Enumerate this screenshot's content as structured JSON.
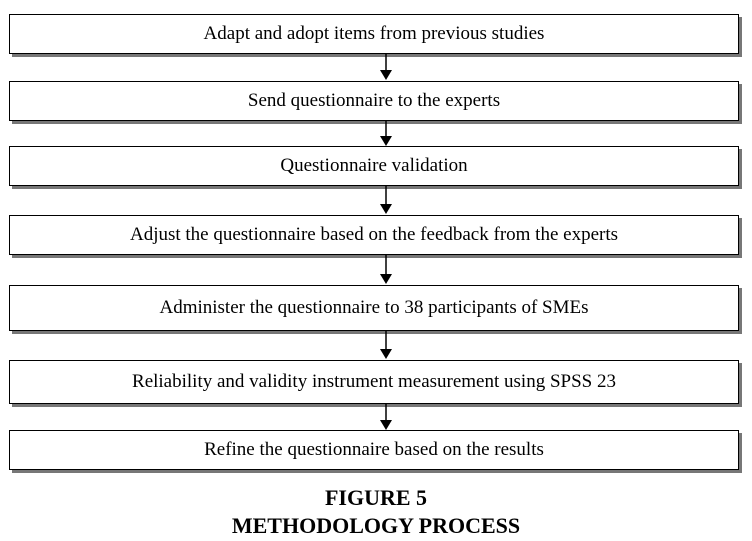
{
  "steps": [
    "Adapt and adopt items from previous studies",
    "Send questionnaire to the experts",
    "Questionnaire validation",
    "Adjust the questionnaire based on the feedback from the experts",
    "Administer the questionnaire to 38 participants of SMEs",
    "Reliability and validity instrument measurement using SPSS 23",
    "Refine the questionnaire based on the results"
  ],
  "caption": {
    "figure": "FIGURE 5",
    "title": "METHODOLOGY PROCESS"
  },
  "colors": {
    "border": "#000000",
    "shadow": "#777777",
    "background": "#ffffff"
  }
}
